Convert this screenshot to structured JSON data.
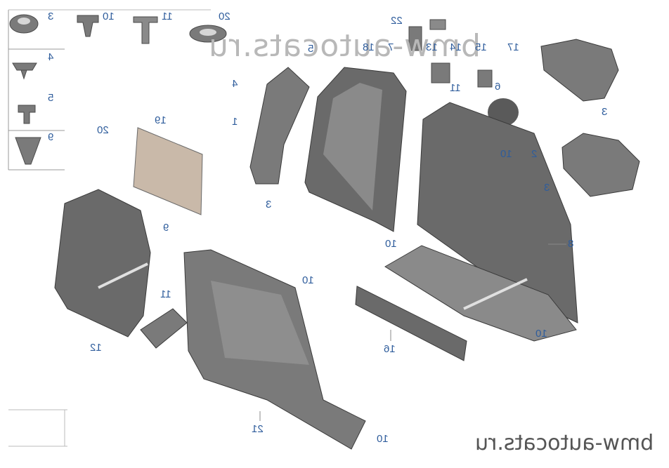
{
  "watermarks": {
    "top": "bmw-autocats.ru",
    "bottom": "bmw-autocats.ru"
  },
  "colors": {
    "part_fill": "#7a7a7a",
    "part_dark": "#4a4a4a",
    "part_light": "#d6d6d6",
    "callout": "#2f5d9c"
  },
  "callouts": {
    "c3_top": "3",
    "c10_top": "10",
    "c11_top": "11",
    "c20_top": "20",
    "c4_side": "4",
    "c5_side": "5",
    "c9_side": "9",
    "c22": "22",
    "c5_mid": "5",
    "c18": "18",
    "c7": "7",
    "c13": "13",
    "c14": "14",
    "c15": "15",
    "c17": "17",
    "c4_mid": "4",
    "c11_mid": "11",
    "c6": "6",
    "c1": "1",
    "c20_mid": "20",
    "c19": "19",
    "c3_right1": "3",
    "c10_mid": "10",
    "c2": "2",
    "c3_right2": "3",
    "c3_mid": "3",
    "c9_mid": "9",
    "c10_center": "10",
    "c8": "8",
    "c10_upper": "10",
    "c11_low": "11",
    "c12": "12",
    "c16": "16",
    "c10_right": "10",
    "c21": "21",
    "c10_bottom": "10"
  }
}
